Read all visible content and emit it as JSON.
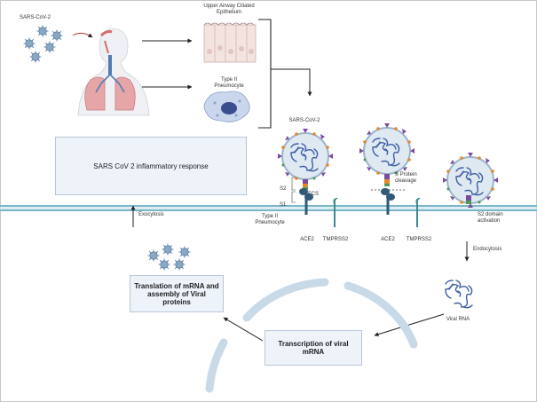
{
  "labels": {
    "sars_virus": "SARS-CoV-2",
    "upper_airway": "Upper Airway Ciliated Epithelium",
    "type2_top": "Type II Pneumocyte",
    "sars_top_virion": "SARS-CoV-2",
    "s2": "S2",
    "s1": "S1",
    "fcs": "FCS",
    "type2_membrane": "Type II Pneumocyte",
    "ace2_a": "ACE2",
    "tmprss2_a": "TMPRSS2",
    "ace2_b": "ACE2",
    "tmprss2_b": "TMPRSS2",
    "s_protein_cleavage": "S Protein cleavage",
    "s2_domain_activation": "S2 domain activation",
    "exocytosis": "Exocytosis",
    "endocytosis": "Endocytosis",
    "viral_rna": "Viral RNA"
  },
  "boxes": {
    "inflammatory_response": "SARS CoV 2 inflammatory response",
    "translation": "Translation of mRNA and assembly of Viral proteins",
    "transcription": "Transcription of viral mRNA"
  },
  "colors": {
    "membrane": "#79b5c7",
    "virion_body": "#bcd3e4",
    "rna": "#3f5fa6",
    "spike_purple": "#7b4c9e",
    "spike_orange": "#e08a2c",
    "spike_green": "#4f9a58",
    "receptor": "#2f5a78",
    "nucleus_arc": "#c8d9e8",
    "lung_pink": "#e6a6a8",
    "box_fill": "#eef3fa"
  }
}
